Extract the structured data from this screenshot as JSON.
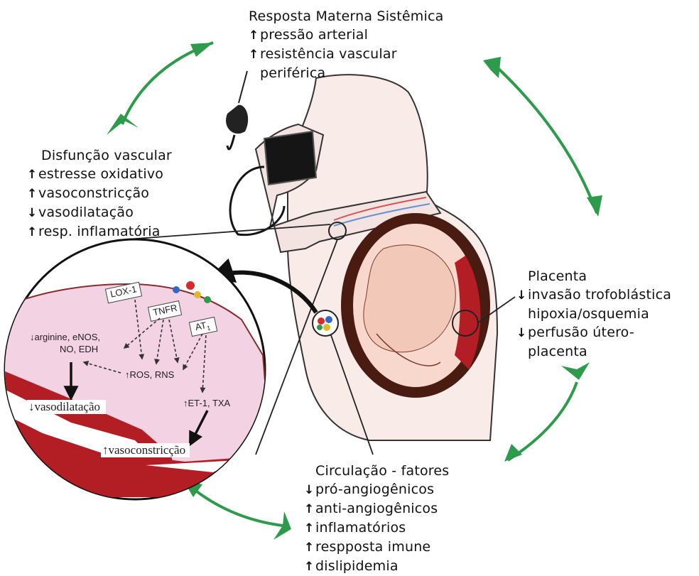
{
  "colors": {
    "cycle_arrow": "#2e9a4c",
    "vessel_fill": "#f3d3e3",
    "vessel_wall": "#b31d24",
    "skin": "#f8ebe8",
    "womb": "#4a1b10",
    "cuff": "#151515"
  },
  "systemic": {
    "title": "Resposta Materna Sistêmica",
    "items": [
      {
        "arrow": "up",
        "text": "pressão arterial"
      },
      {
        "arrow": "up",
        "text": "resistência vascular"
      },
      {
        "arrow": "",
        "text": "periférica"
      }
    ]
  },
  "vascular": {
    "title": "Disfunção vascular",
    "items": [
      {
        "arrow": "up",
        "text": "estresse oxidativo"
      },
      {
        "arrow": "up",
        "text": "vasoconstricção"
      },
      {
        "arrow": "down",
        "text": "vasodilatação"
      },
      {
        "arrow": "up",
        "text": "resp. inflamatória"
      }
    ]
  },
  "placenta": {
    "title": "Placenta",
    "items": [
      {
        "arrow": "down",
        "text": "invasão trofoblástica"
      },
      {
        "arrow": "",
        "text": "hipoxia/osquemia"
      },
      {
        "arrow": "down",
        "text": "perfusão útero-"
      },
      {
        "arrow": "",
        "text": "placenta"
      }
    ]
  },
  "circulation": {
    "title": "Circulação - fatores",
    "items": [
      {
        "arrow": "down",
        "text": "pró-angiogênicos"
      },
      {
        "arrow": "up",
        "text": "anti-angiogênicos"
      },
      {
        "arrow": "up",
        "text": "inflamatórios"
      },
      {
        "arrow": "up",
        "text": "respposta imune"
      },
      {
        "arrow": "up",
        "text": "dislipidemia"
      }
    ]
  },
  "inset": {
    "receptors": [
      "LOX-1",
      "TNFR",
      "AT",
      "1"
    ],
    "arginine": [
      "arginine, eNOS,",
      "NO, EDH"
    ],
    "ros": "ROS, RNS",
    "et1": "ET-1, TXA",
    "vasodilation": "vasodilatação",
    "vasoconstriction": "vasoconstricção"
  }
}
